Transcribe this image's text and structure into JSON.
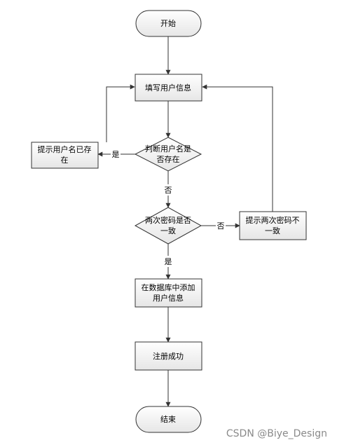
{
  "nodes": {
    "start": "开始",
    "fill_info": "填写用户信息",
    "check_exists": [
      "判断用户名是",
      "否存在"
    ],
    "exists_prompt": [
      "提示用户名已存",
      "在"
    ],
    "password_check": [
      "两次密码是否",
      "一致"
    ],
    "mismatch_prompt": [
      "提示两次密码不",
      "一致"
    ],
    "add_db": [
      "在数据库中添加",
      "用户信息"
    ],
    "success": "注册成功",
    "end": "结束"
  },
  "edges": {
    "exists_yes": "是",
    "exists_no": "否",
    "pwd_no": "否",
    "pwd_yes": "是"
  },
  "watermark": "CSDN @Biye_Design",
  "colors": {
    "node_fill": "#efefef",
    "stroke": "#333333"
  }
}
